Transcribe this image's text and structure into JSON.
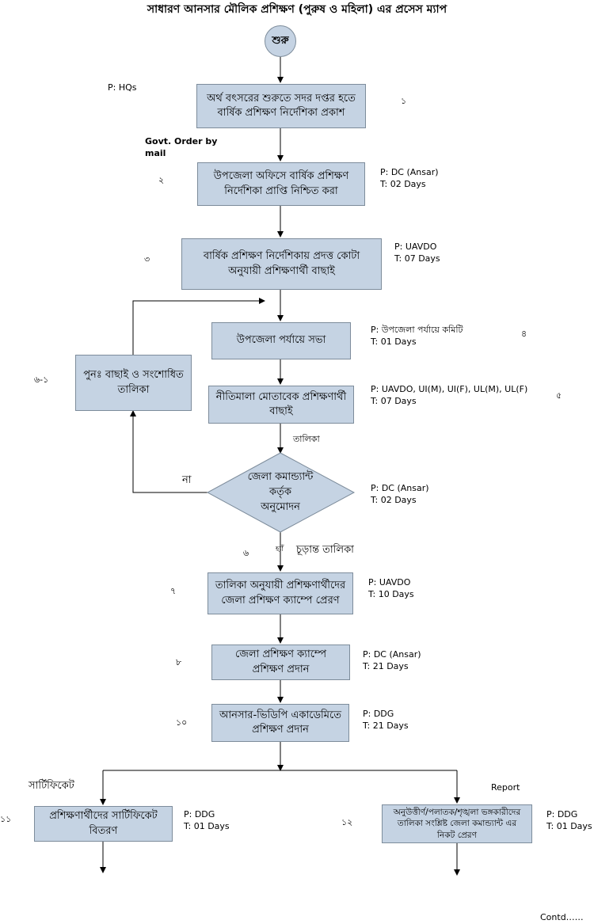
{
  "title": "সাধারণ আনসার মৌলিক প্রশিক্ষণ (পুরুষ ও মহিলা) এর প্রসেস ম্যাপ",
  "start": "শুরু",
  "steps": [
    {
      "text": "অর্থ বৎসরের শুরুতে সদর দপ্তর হতে\nবার্ষিক প্রশিক্ষণ নির্দেশিকা প্রকাশ",
      "num": "১",
      "info": "P: HQs"
    },
    {
      "text": "উপজেলা অফিসে বার্ষিক প্রশিক্ষণ\nনির্দেশিকা প্রাপ্তি নিশ্চিত করা",
      "num": "২",
      "info": "P: DC (Ansar)\nT: 02 Days"
    },
    {
      "text": "বার্ষিক প্রশিক্ষণ নির্দেশিকায় প্রদত্ত কোটা\nঅনুযায়ী প্রশিক্ষণার্থী বাছাই",
      "num": "৩",
      "info": "P: UAVDO\nT: 07 Days"
    },
    {
      "text": "উপজেলা পর্যায়ে সভা",
      "num": "৪",
      "info": "P: উপজেলা পর্যায়ে কমিটি\nT: 01 Days"
    },
    {
      "text": "নীতিমালা মোতাবেক প্রশিক্ষণার্থী\nবাছাই",
      "num": "৫",
      "info": "P: UAVDO, UI(M), UI(F), UL(M), UL(F)\nT: 07 Days"
    },
    {
      "text": "পুনঃ  বাছাই ও সংশোধিত\nতালিকা",
      "num": "৬-১"
    },
    {
      "text": "জেলা কমান্ড্যান্ট\nকর্তৃক\nঅনুমোদন",
      "num": "৬",
      "info": "P: DC (Ansar)\nT: 02 Days"
    },
    {
      "text": "তালিকা অনুযায়ী প্রশিক্ষণার্থীদের\nজেলা প্রশিক্ষণ ক্যাম্পে প্রেরণ",
      "num": "৭",
      "info": "P: UAVDO\nT: 10 Days"
    },
    {
      "text": "জেলা প্রশিক্ষণ ক্যাম্পে\nপ্রশিক্ষণ প্রদান",
      "num": "৮",
      "info": "P: DC (Ansar)\nT: 21 Days"
    },
    {
      "text": "আনসার-ভিডিপি একাডেমিতে\nপ্রশিক্ষণ প্রদান",
      "num": "১০",
      "info": "P: DDG\nT: 21 Days"
    },
    {
      "text": "প্রশিক্ষণার্থীদের  সার্টিফিকেট\nবিতরণ",
      "num": "১১",
      "info": "P: DDG\nT: 01 Days"
    },
    {
      "text": "অনুউত্তীর্ণ/পলাতক/শৃঙ্খলা ভঙ্গকারীদের\nতালিকা সংশ্লিষ্ট  জেলা কমান্ড্যান্ট এর\nনিকট প্রেরণ",
      "num": "১২",
      "info": "P: DDG\nT: 01 Days"
    }
  ],
  "edge_labels": {
    "govt_order": "Govt. Order by\nmail",
    "list": "তালিকা",
    "no": "না",
    "yes": "হ্যাঁ",
    "final_list": "চূড়ান্ত তালিকা",
    "certificate": "সার্টিফিকেট",
    "report": "Report"
  },
  "footer": "Contd……",
  "colors": {
    "box_fill": "#c5d3e3",
    "box_border": "#7d8c9b",
    "line": "#000000"
  }
}
